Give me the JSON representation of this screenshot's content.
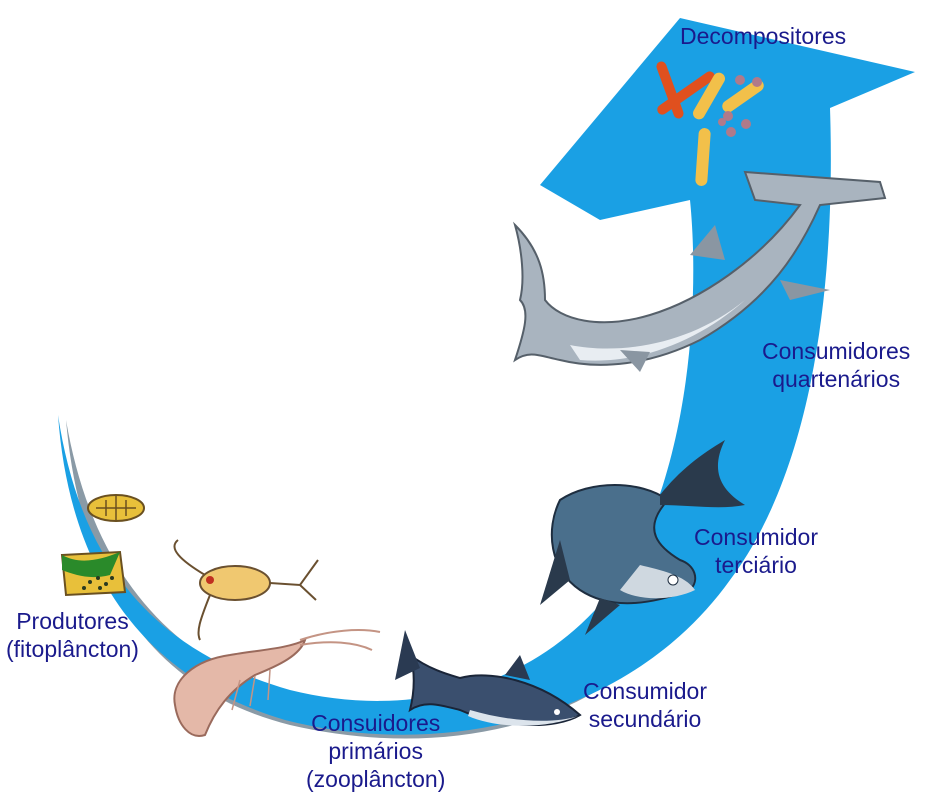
{
  "diagram": {
    "labels": {
      "decompositores": [
        "Decompositores"
      ],
      "quartenarios": [
        "Consumidores",
        "quartenários"
      ],
      "terciario": [
        "Consumidor",
        "terciário"
      ],
      "secundario": [
        "Consumidor",
        "secundário"
      ],
      "primarios": [
        "Consuidores",
        "primários",
        "(zooplâncton)"
      ],
      "produtores": [
        "Produtores",
        "(fitoplâncton)"
      ]
    },
    "colors": {
      "arrow": "#1aa0e4",
      "arrow_shadow": "#8a9aa6",
      "label_text": "#1a1a8c",
      "bacteria_red": "#e0501e",
      "bacteria_yellow": "#f2c04a",
      "bacteria_dots": "#b07a8a",
      "shark": "#a9b4bf",
      "tarpon": "#4a6f8c",
      "tuna": "#3a4f6e",
      "shrimp": "#e4b8a8",
      "copepod": "#f0c870",
      "phyto_green": "#2a8a2a",
      "phyto_yellow": "#e8c03a"
    },
    "icons": [
      "bacteria-icon",
      "hammerhead-shark-icon",
      "tarpon-fish-icon",
      "tuna-fish-icon",
      "shrimp-icon",
      "copepod-icon",
      "diatom-icon",
      "phytoplankton-cell-icon"
    ]
  }
}
